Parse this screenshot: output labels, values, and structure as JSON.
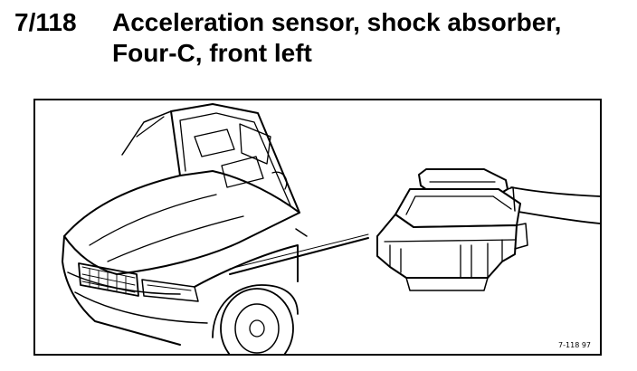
{
  "header": {
    "ref_code": "7/118",
    "title_line1": "Acceleration sensor, shock absorber,",
    "title_line2": "Four-C, front left"
  },
  "figure": {
    "code_label": "7-118 97",
    "icons": [
      "car-front-left-icon",
      "sensor-housing-icon",
      "leader-line-icon"
    ]
  }
}
